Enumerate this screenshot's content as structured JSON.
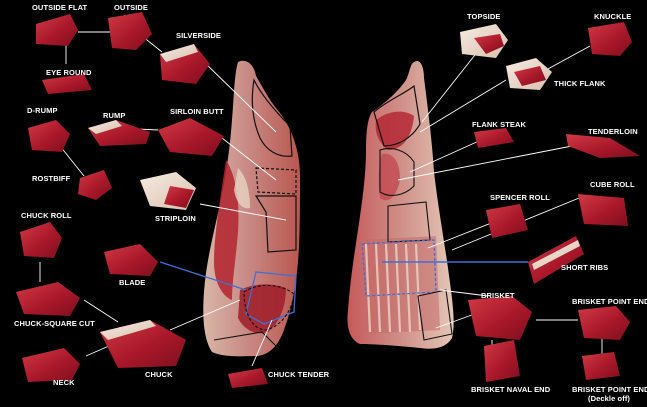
{
  "labels": {
    "outside_flat": "OUTSIDE  FLAT",
    "outside": "OUTSIDE",
    "silverside": "SILVERSIDE",
    "eye_round": "EYE ROUND",
    "d_rump": "D-RUMP",
    "rump": "RUMP",
    "sirloin_butt": "SIRLOIN BUTT",
    "rostbiff": "ROSTBIFF",
    "striploin": "STRIPLOIN",
    "chuck_roll": "CHUCK ROLL",
    "blade": "BLADE",
    "chuck_square_cut": "CHUCK-SQUARE CUT",
    "chuck": "CHUCK",
    "neck": "NECK",
    "chuck_tender": "CHUCK TENDER",
    "topside": "TOPSIDE",
    "knuckle": "KNUCKLE",
    "thick_flank": "THICK FLANK",
    "flank_steak": "FLANK STEAK",
    "tenderloin": "TENDERLOIN",
    "spencer_roll": "SPENCER ROLL",
    "cube_roll": "CUBE ROLL",
    "short_ribs": "SHORT RIBS",
    "brisket": "BRISKET",
    "brisket_point_end": "BRISKET POINT END",
    "brisket_naval_end": "BRISKET NAVAL END",
    "brisket_point_end_deckle_off": "BRISKET POINT END",
    "deckle_off": "(Deckle off)"
  },
  "colors": {
    "background": "#000000",
    "text": "#ffffff",
    "leader_line": "#ffffff",
    "highlight_line": "#3f6fd8",
    "meat": "#b0202e",
    "fat": "#ecd9c8"
  }
}
